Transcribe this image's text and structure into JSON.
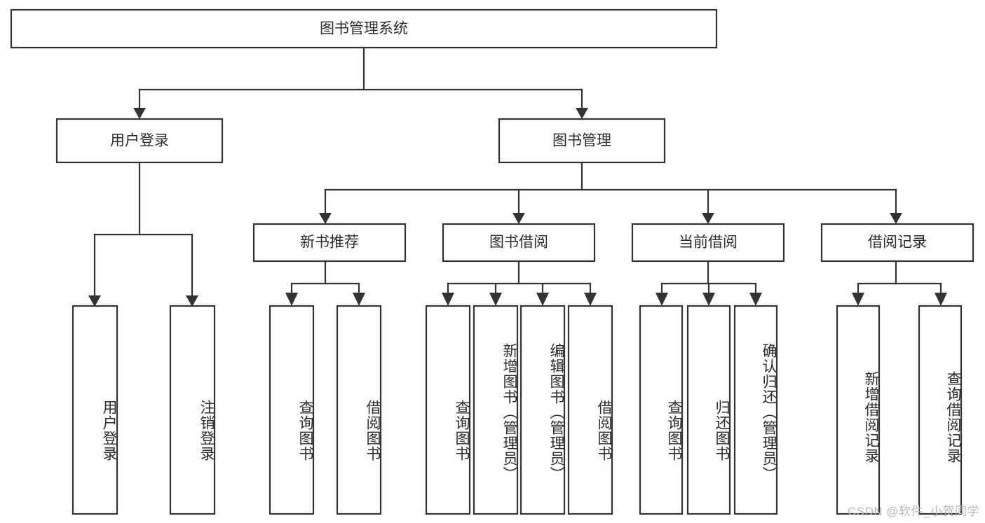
{
  "diagram": {
    "title": "图书管理系统",
    "type": "tree",
    "watermark": "CSDN @软件_小贺同学",
    "colors": {
      "box_stroke": "#333333",
      "box_fill": "#ffffff",
      "text": "#2b2b2b",
      "background": "#ffffff",
      "watermark": "#b9b9b9"
    },
    "levels": {
      "root": "图书管理系统",
      "level2": [
        "用户登录",
        "图书管理"
      ],
      "level3": [
        "新书推荐",
        "图书借阅",
        "当前借阅",
        "借阅记录"
      ]
    },
    "nodes": {
      "root": {
        "label": "图书管理系统"
      },
      "user_login": {
        "label": "用户登录"
      },
      "book_manage": {
        "label": "图书管理"
      },
      "new_book_rec": {
        "label": "新书推荐"
      },
      "book_borrow": {
        "label": "图书借阅"
      },
      "current_borrow": {
        "label": "当前借阅"
      },
      "borrow_record": {
        "label": "借阅记录"
      },
      "leaf_user_login": {
        "label": "用户登录"
      },
      "leaf_logout": {
        "label": "注销登录"
      },
      "leaf_query_book_1": {
        "label": "查询图书"
      },
      "leaf_borrow_book_1": {
        "label": "借阅图书"
      },
      "leaf_query_book_2": {
        "label": "查询图书"
      },
      "leaf_add_book": {
        "label": "新增图书（管理员）"
      },
      "leaf_edit_book": {
        "label": "编辑图书（管理员）"
      },
      "leaf_borrow_book_2": {
        "label": "借阅图书"
      },
      "leaf_query_book_3": {
        "label": "查询图书"
      },
      "leaf_return_book": {
        "label": "归还图书"
      },
      "leaf_confirm_return": {
        "label": "确认归还（管理员）"
      },
      "leaf_add_record": {
        "label": "新增借阅记录"
      },
      "leaf_query_record": {
        "label": "查询借阅记录"
      }
    },
    "edges": [
      {
        "from": "图书管理系统",
        "to": "用户登录"
      },
      {
        "from": "图书管理系统",
        "to": "图书管理"
      },
      {
        "from": "用户登录",
        "to": "用户登录"
      },
      {
        "from": "用户登录",
        "to": "注销登录"
      },
      {
        "from": "图书管理",
        "to": "新书推荐"
      },
      {
        "from": "图书管理",
        "to": "图书借阅"
      },
      {
        "from": "图书管理",
        "to": "当前借阅"
      },
      {
        "from": "图书管理",
        "to": "借阅记录"
      },
      {
        "from": "新书推荐",
        "to": "查询图书"
      },
      {
        "from": "新书推荐",
        "to": "借阅图书"
      },
      {
        "from": "图书借阅",
        "to": "查询图书"
      },
      {
        "from": "图书借阅",
        "to": "新增图书（管理员）"
      },
      {
        "from": "图书借阅",
        "to": "编辑图书（管理员）"
      },
      {
        "from": "图书借阅",
        "to": "借阅图书"
      },
      {
        "from": "当前借阅",
        "to": "查询图书"
      },
      {
        "from": "当前借阅",
        "to": "归还图书"
      },
      {
        "from": "当前借阅",
        "to": "确认归还（管理员）"
      },
      {
        "from": "借阅记录",
        "to": "新增借阅记录"
      },
      {
        "from": "借阅记录",
        "to": "查询借阅记录"
      }
    ]
  }
}
